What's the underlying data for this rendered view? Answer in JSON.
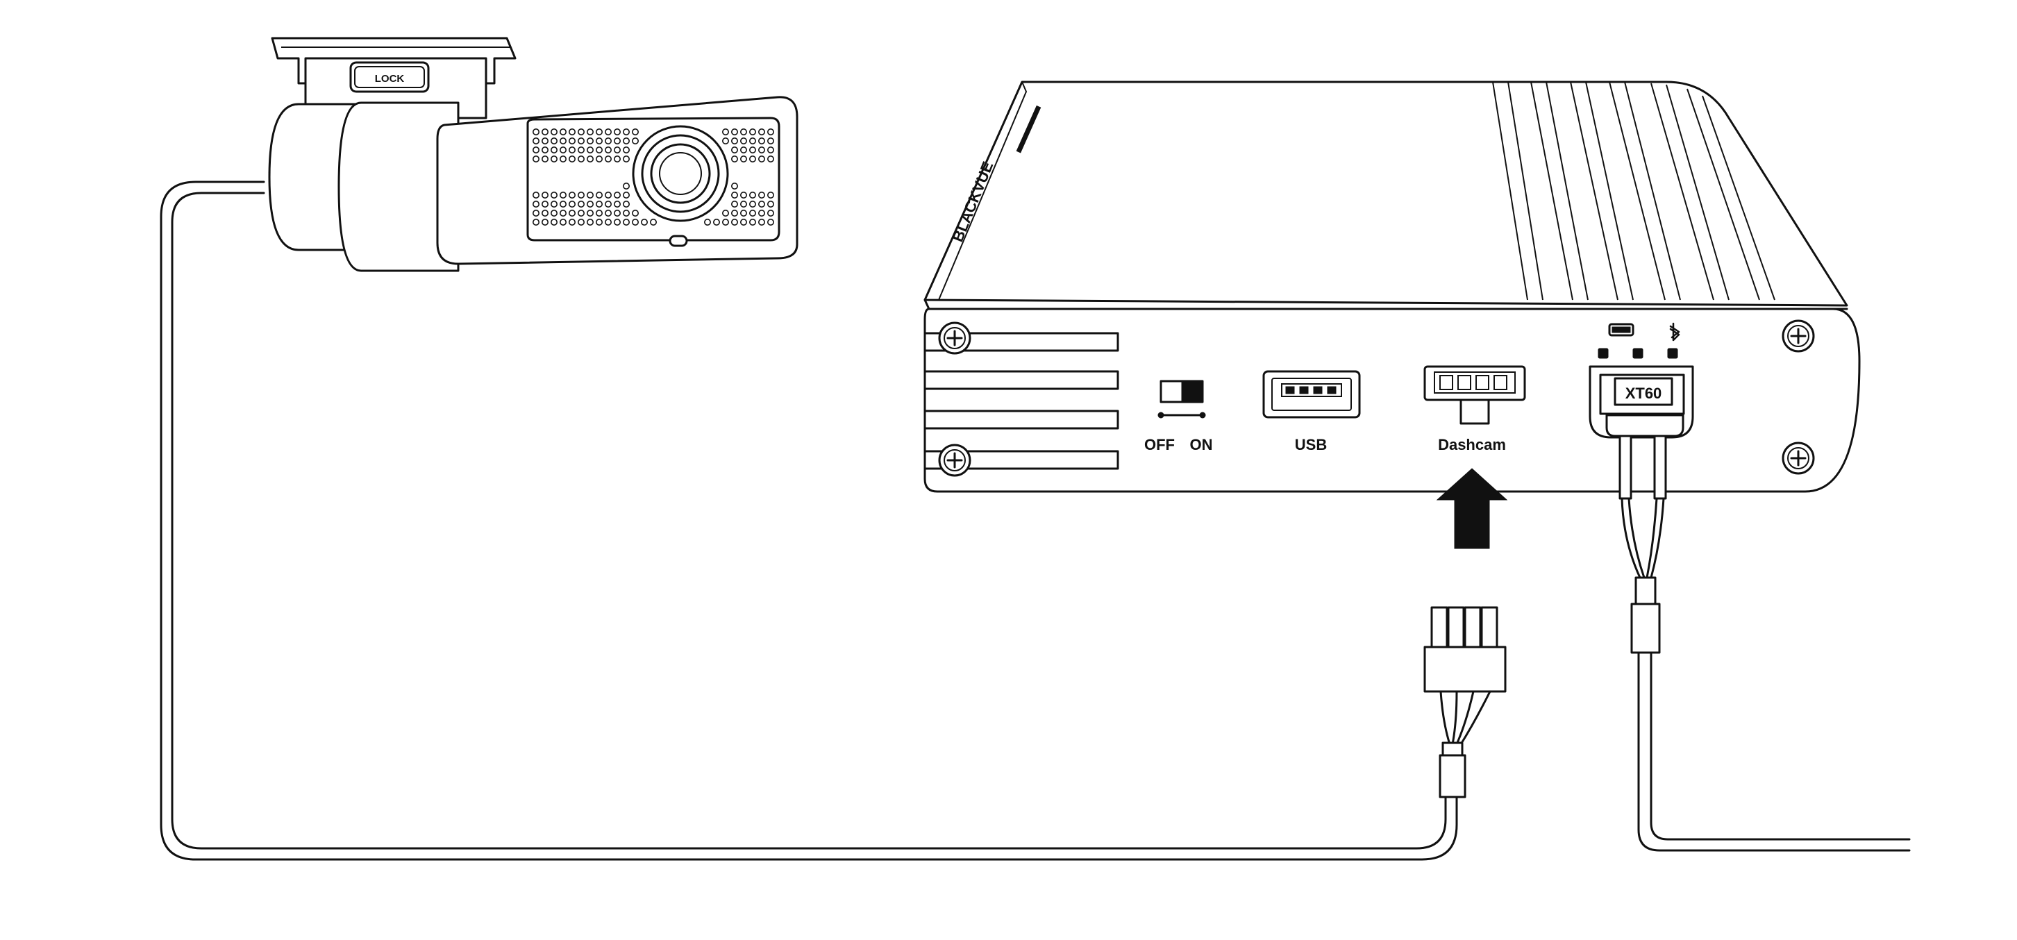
{
  "dashcam": {
    "lock_label": "LOCK"
  },
  "battery_pack": {
    "brand": "BLACKVUE",
    "switch_off_label": "OFF",
    "switch_on_label": "ON",
    "usb_label": "USB",
    "dashcam_port_label": "Dashcam",
    "xt60_label": "XT60"
  },
  "colors": {
    "line": "#111111",
    "background": "#ffffff"
  }
}
